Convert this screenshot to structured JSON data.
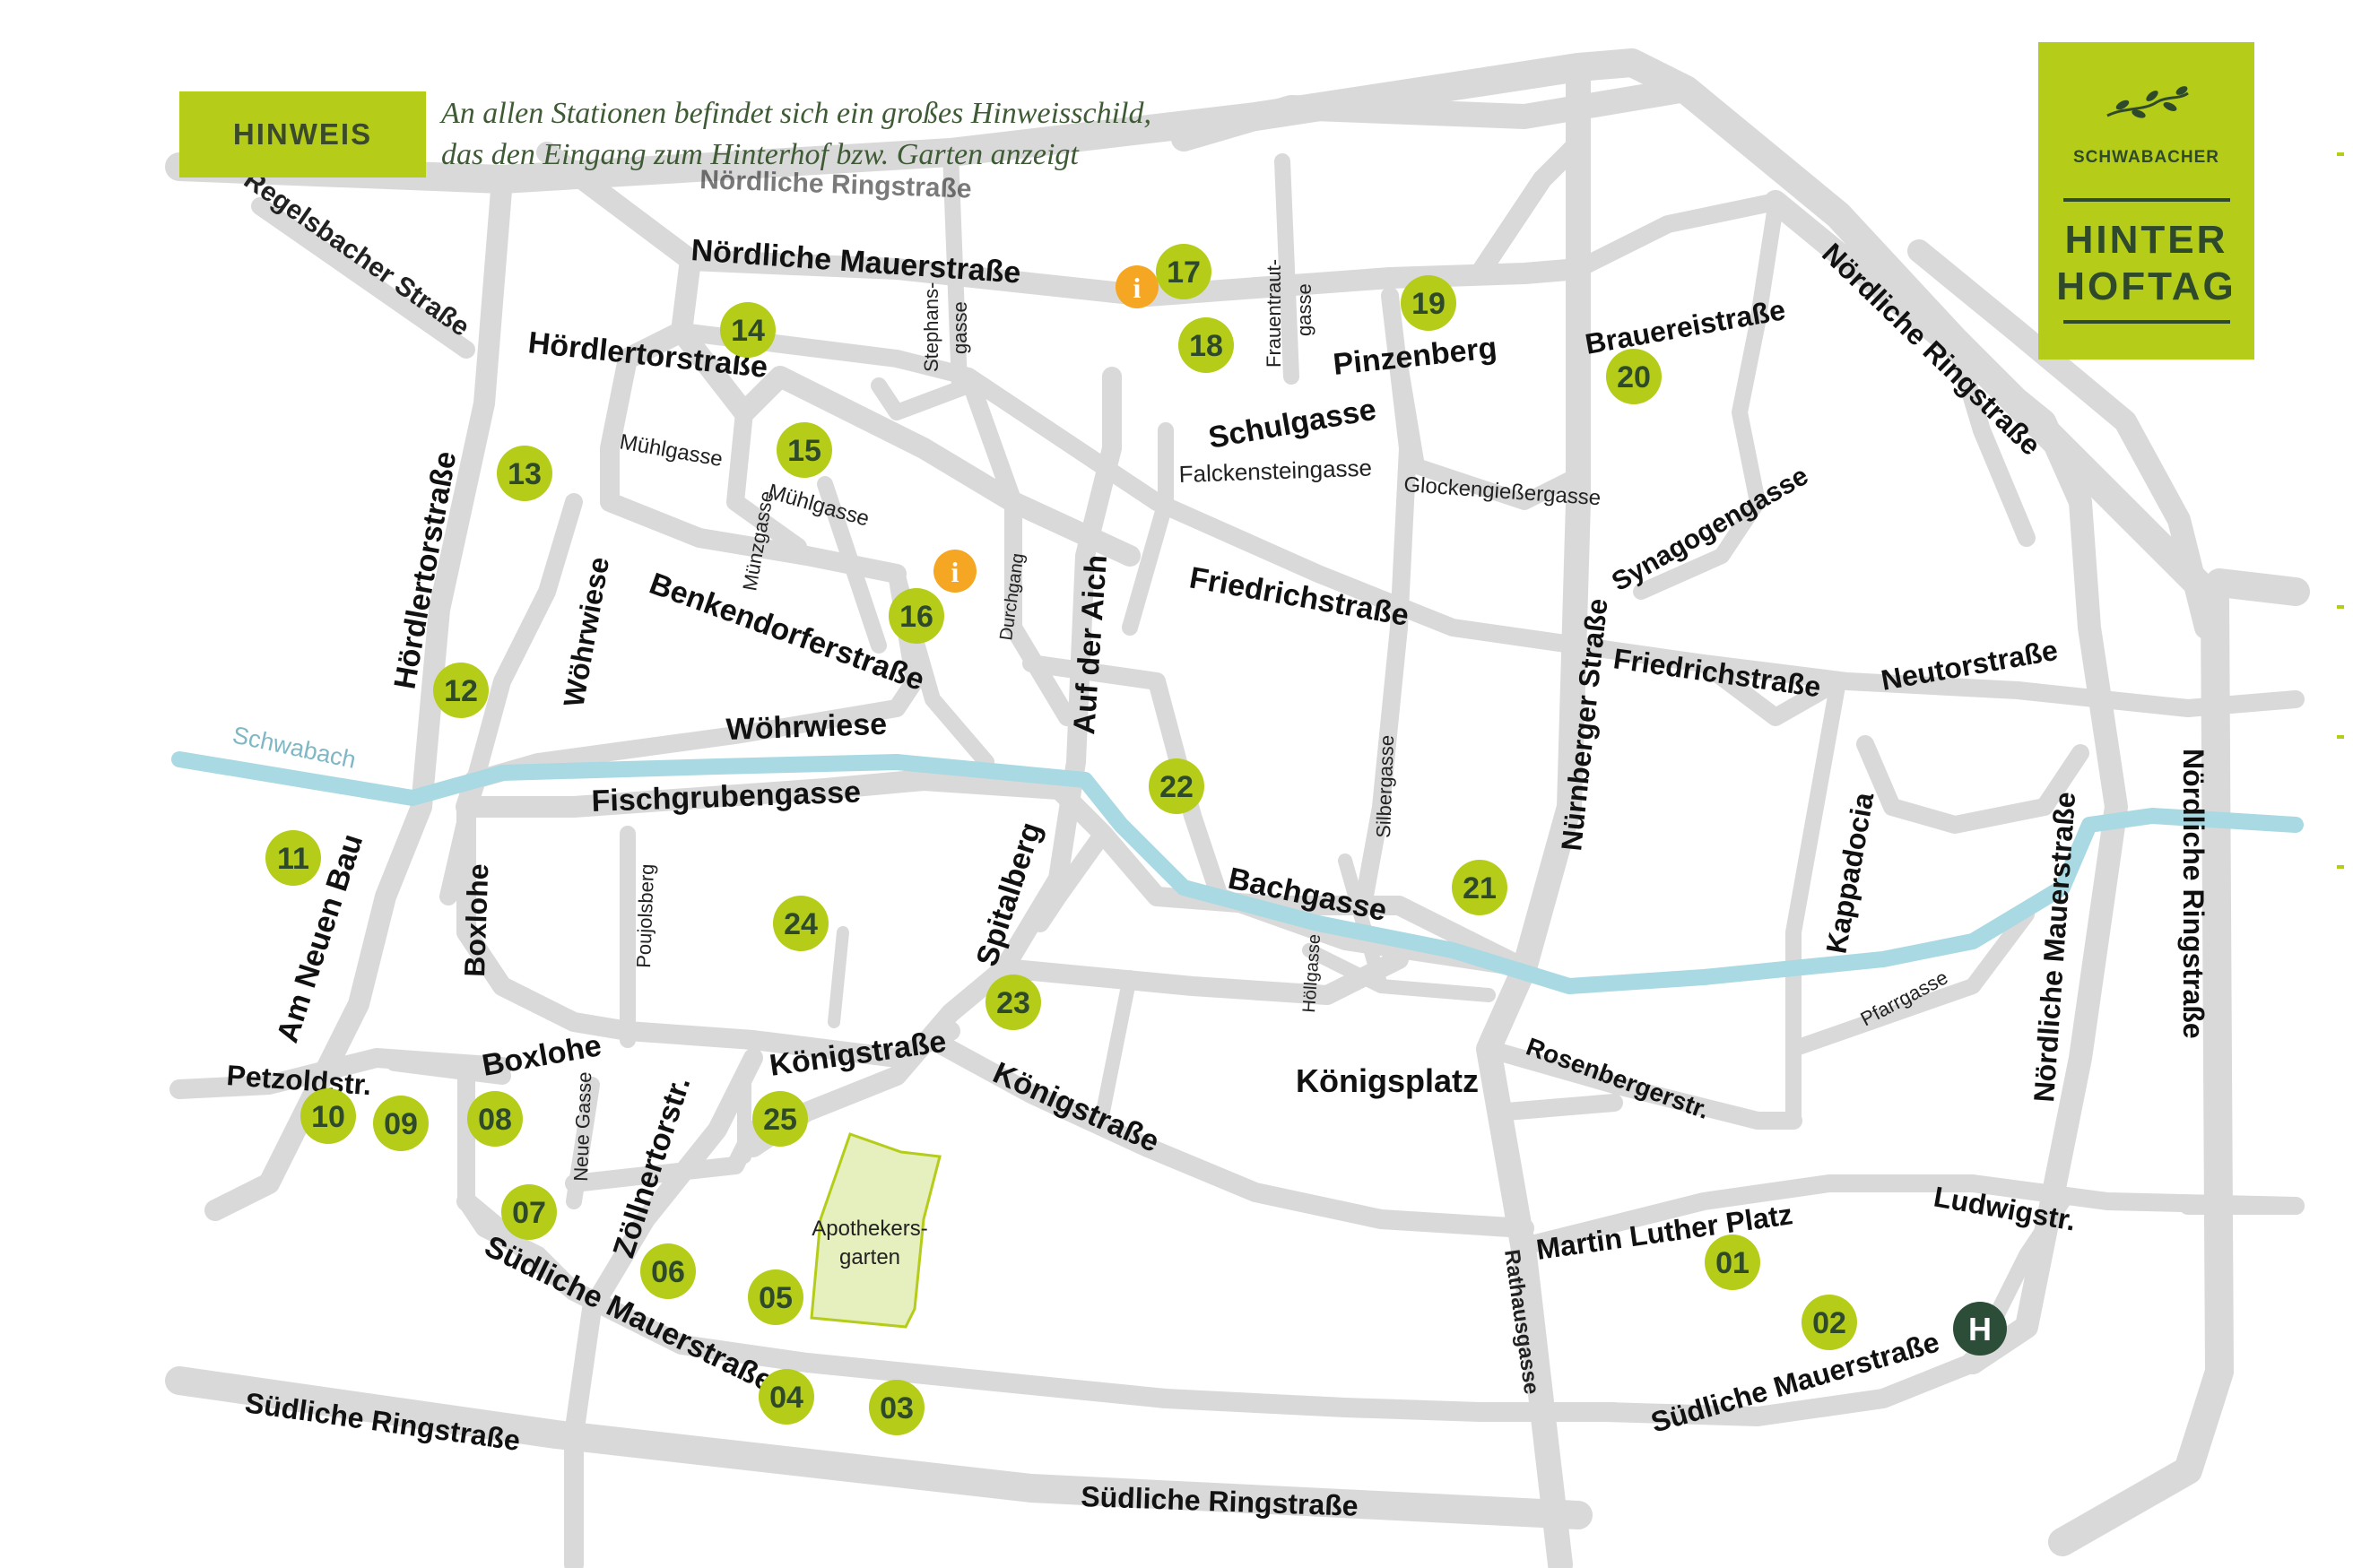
{
  "hint": {
    "label": "HINWEIS",
    "line1": "An allen Stationen befindet sich ein großes Hinweisschild,",
    "line2": "das den Eingang zum Hinterhof bzw. Garten anzeigt"
  },
  "logo": {
    "brand": "SCHWABACHER",
    "line1": "HINTER",
    "line2": "HOFTAG",
    "icon": "leaf-branch-icon"
  },
  "colors": {
    "accent_green": "#b5cc18",
    "dark_green": "#2f4a2a",
    "info_orange": "#f5a623",
    "road_gray": "#d9d9d9",
    "river_blue": "#a9d9e2",
    "park_green": "#e6efbe",
    "marker_dark": "#2c4d38"
  },
  "river_label": "Schwabach",
  "park": {
    "line1": "Apothekers-",
    "line2": "garten"
  },
  "streets": {
    "regelsbacher": "Regelsbacher Straße",
    "noerdl_ring_top": "Nördliche Ringstraße",
    "noerdl_mauer_top": "Nördliche Mauerstraße",
    "hoerdlertor": "Hördlertorstraße",
    "stephansgasse_1": "Stephans-",
    "stephansgasse_2": "gasse",
    "frauentraut_1": "Frauentraut-",
    "frauentraut_2": "gasse",
    "pinzenberg": "Pinzenberg",
    "brauerei": "Brauereistraße",
    "noerdl_ring_ne": "Nördliche Ringstraße",
    "schulgasse": "Schulgasse",
    "falckenstein": "Falckensteingasse",
    "glockengiesser": "Glockengießergasse",
    "muehlgasse_1": "Mühlgasse",
    "muehlgasse_2": "Mühlgasse",
    "muenzgasse": "Münzgasse",
    "synagogen": "Synagogengasse",
    "hoerdlertor_w": "Hördlertorstraße",
    "woehrwiese_v": "Wöhrwiese",
    "benkendorfer": "Benkendorferstraße",
    "durchgang": "Durchgang",
    "auf_der_aich": "Auf der Aich",
    "friedrich_1": "Friedrichstraße",
    "nuernberger": "Nürnberger Straße",
    "friedrich_2": "Friedrichstraße",
    "neutor": "Neutorstraße",
    "woehrwiese_h": "Wöhrwiese",
    "fischgruben": "Fischgrubengasse",
    "silbergasse": "Silbergasse",
    "kappadocia": "Kappadocia",
    "noerdl_mauer_e": "Nördliche Mauerstraße",
    "noerdl_ring_e": "Nördliche Ringstraße",
    "am_neuen_bau": "Am Neuen Bau",
    "boxlohe_v": "Boxlohe",
    "poujolsberg": "Poujolsberg",
    "spitalberg": "Spitalberg",
    "bachgasse": "Bachgasse",
    "hoellgasse": "Höllgasse",
    "pfarrgasse": "Pfarrgasse",
    "petzold": "Petzoldstr.",
    "boxlohe_h": "Boxlohe",
    "koenig_1": "Königstraße",
    "koenig_2": "Königstraße",
    "koenigsplatz": "Königsplatz",
    "rosenberger": "Rosenbergerstr.",
    "neue_gasse": "Neue Gasse",
    "zoellnertor": "Zöllnertorstr.",
    "martin_luther": "Martin Luther Platz",
    "ludwig": "Ludwigstr.",
    "suedl_mauer_w": "Südliche Mauerstraße",
    "rathausgasse": "Rathausgasse",
    "suedl_mauer_e": "Südliche Mauerstraße",
    "suedl_ring_w": "Südliche Ringstraße",
    "suedl_ring_c": "Südliche Ringstraße"
  },
  "stations": [
    "01",
    "02",
    "03",
    "04",
    "05",
    "06",
    "07",
    "08",
    "09",
    "10",
    "11",
    "12",
    "13",
    "14",
    "15",
    "16",
    "17",
    "18",
    "19",
    "20",
    "21",
    "22",
    "23",
    "24",
    "25"
  ],
  "info_marker": "i",
  "h_marker": "H"
}
